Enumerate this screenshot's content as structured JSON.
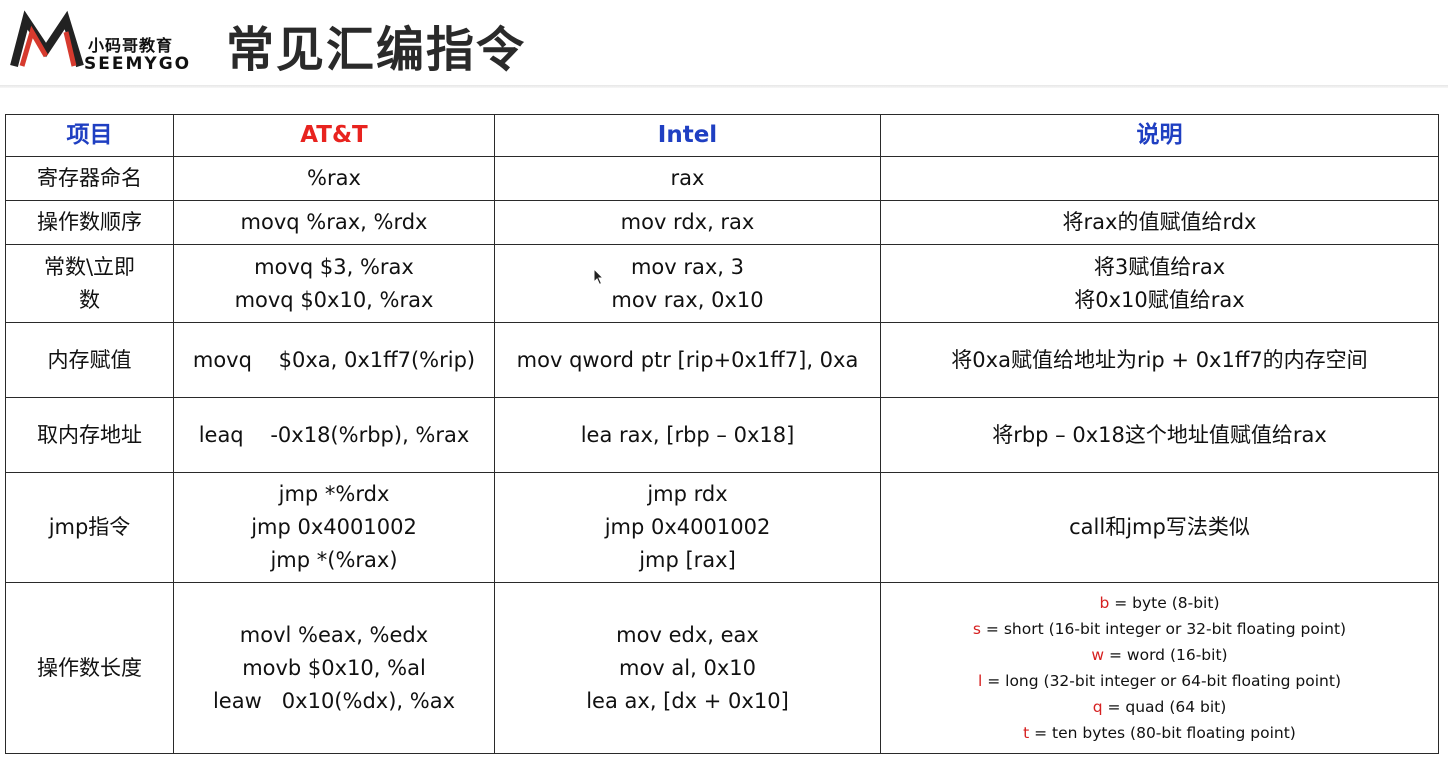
{
  "header": {
    "title": "常见汇编指令",
    "logo": {
      "cn": "小码哥教育",
      "en": "SEEMYGO"
    }
  },
  "colors": {
    "header_blue": "#1f3fc2",
    "header_red": "#e8231f",
    "legend_letter": "#d62020",
    "border": "#2a2a2a",
    "title": "#2a2a2a"
  },
  "table": {
    "columns": [
      {
        "label": "项目",
        "color": "#1f3fc2"
      },
      {
        "label": "AT&T",
        "color": "#e8231f"
      },
      {
        "label": "Intel",
        "color": "#1f3fc2"
      },
      {
        "label": "说明",
        "color": "#1f3fc2"
      }
    ],
    "rows": [
      {
        "item": [
          "寄存器命名"
        ],
        "att": [
          "%rax"
        ],
        "intel": [
          "rax"
        ],
        "desc": []
      },
      {
        "item": [
          "操作数顺序"
        ],
        "att": [
          "movq %rax, %rdx"
        ],
        "intel": [
          "mov rdx, rax"
        ],
        "desc": [
          "将rax的值赋值给rdx"
        ]
      },
      {
        "item": [
          "常数\\立即",
          "数"
        ],
        "att": [
          "movq $3, %rax",
          "movq $0x10, %rax"
        ],
        "intel": [
          "mov rax, 3",
          "mov rax, 0x10"
        ],
        "desc": [
          "将3赋值给rax",
          "将0x10赋值给rax"
        ]
      },
      {
        "item": [
          "内存赋值"
        ],
        "att": [
          "movq    $0xa, 0x1ff7(%rip)"
        ],
        "intel": [
          "mov qword ptr [rip+0x1ff7], 0xa"
        ],
        "desc": [
          "将0xa赋值给地址为rip + 0x1ff7的内存空间"
        ]
      },
      {
        "item": [
          "取内存地址"
        ],
        "att": [
          "leaq    -0x18(%rbp), %rax"
        ],
        "intel": [
          "lea rax, [rbp – 0x18]"
        ],
        "desc": [
          "将rbp – 0x18这个地址值赋值给rax"
        ]
      },
      {
        "item": [
          "jmp指令"
        ],
        "att": [
          "jmp *%rdx",
          "jmp 0x4001002",
          "jmp *(%rax)"
        ],
        "intel": [
          "jmp rdx",
          "jmp 0x4001002",
          "jmp [rax]"
        ],
        "desc": [
          "call和jmp写法类似"
        ]
      },
      {
        "item": [
          "操作数长度"
        ],
        "att": [
          "movl %eax, %edx",
          "movb $0x10, %al",
          "leaw   0x10(%dx), %ax"
        ],
        "intel": [
          "mov edx, eax",
          "mov al, 0x10",
          "lea ax, [dx + 0x10]"
        ],
        "desc": []
      }
    ],
    "size_legend": [
      {
        "letter": "b",
        "text": " = byte (8-bit)"
      },
      {
        "letter": "s",
        "text": " = short (16-bit integer or 32-bit floating point)"
      },
      {
        "letter": "w",
        "text": " = word (16-bit)"
      },
      {
        "letter": "l",
        "text": " = long (32-bit integer or 64-bit floating point)"
      },
      {
        "letter": "q",
        "text": " = quad (64 bit)"
      },
      {
        "letter": "t",
        "text": " = ten bytes (80-bit floating point)"
      }
    ]
  }
}
